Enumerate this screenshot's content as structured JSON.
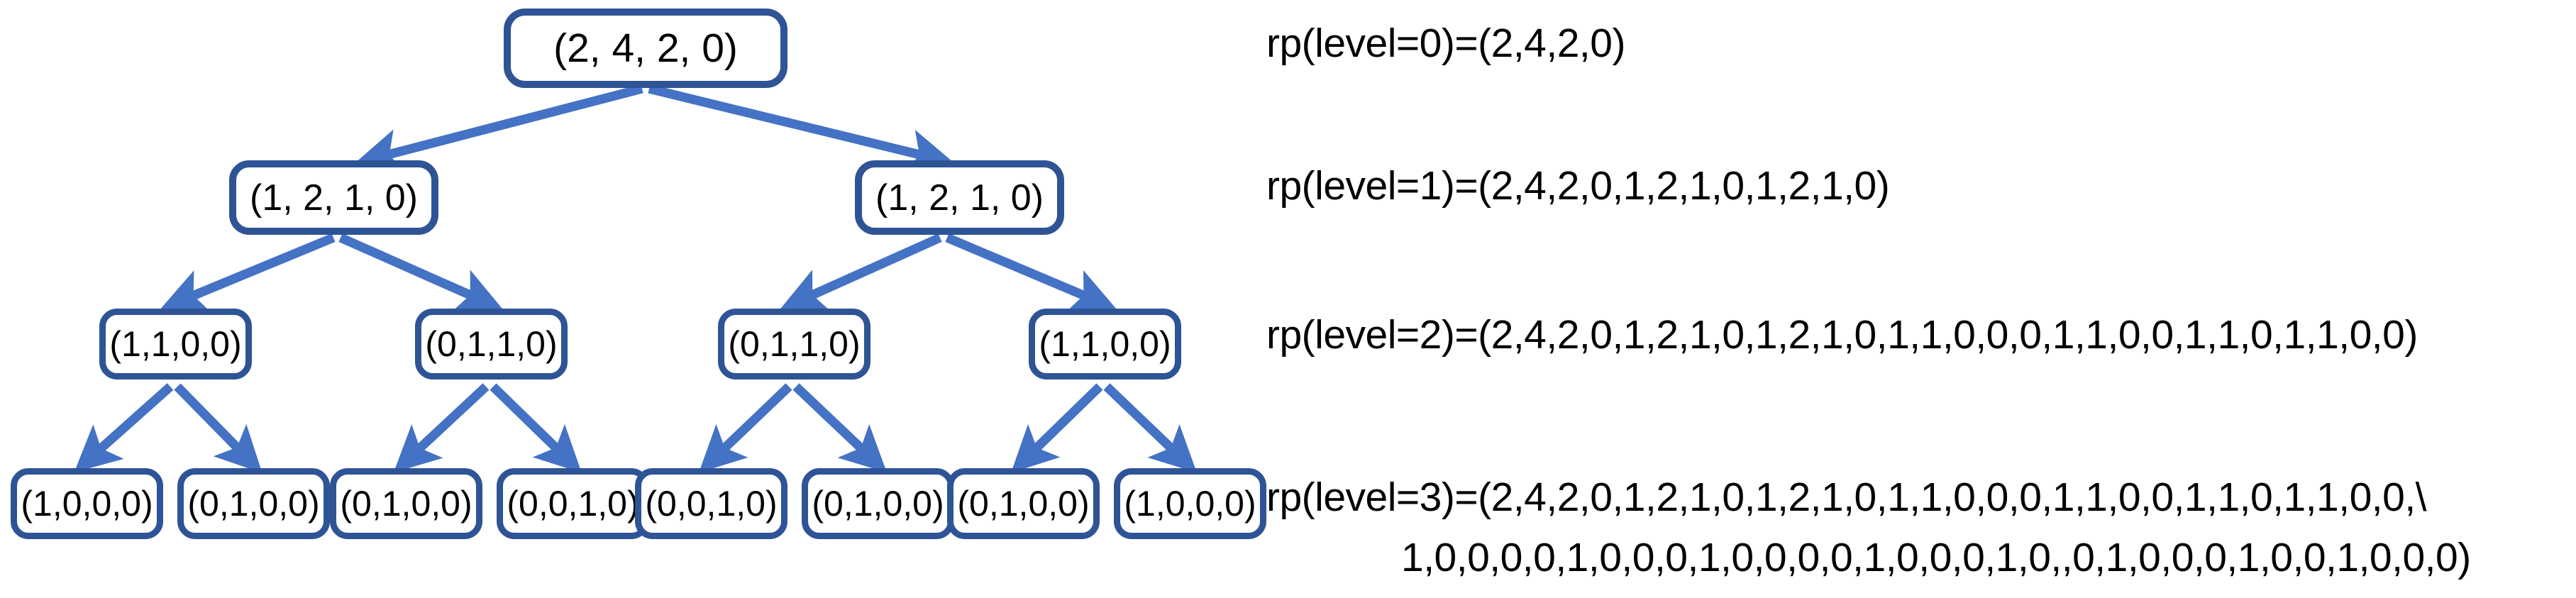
{
  "diagram": {
    "title": "Recursive partition tree with rp(level) encodings",
    "colors": {
      "node_border": "#2E5496",
      "edge_arrow": "#4472C4",
      "node_fill": "#FFFFFF",
      "text": "#000000",
      "background": "#FFFFFF"
    },
    "tree": {
      "levels": [
        {
          "level": 0,
          "nodes": [
            {
              "id": "n0",
              "label": "(2, 4, 2, 0)"
            }
          ]
        },
        {
          "level": 1,
          "nodes": [
            {
              "id": "n1",
              "label": "(1, 2, 1, 0)"
            },
            {
              "id": "n2",
              "label": "(1, 2, 1, 0)"
            }
          ]
        },
        {
          "level": 2,
          "nodes": [
            {
              "id": "n3",
              "label": "(1,1,0,0)"
            },
            {
              "id": "n4",
              "label": "(0,1,1,0)"
            },
            {
              "id": "n5",
              "label": "(0,1,1,0)"
            },
            {
              "id": "n6",
              "label": "(1,1,0,0)"
            }
          ]
        },
        {
          "level": 3,
          "nodes": [
            {
              "id": "n7",
              "label": "(1,0,0,0)"
            },
            {
              "id": "n8",
              "label": "(0,1,0,0)"
            },
            {
              "id": "n9",
              "label": "(0,1,0,0)"
            },
            {
              "id": "n10",
              "label": "(0,0,1,0)"
            },
            {
              "id": "n11",
              "label": "(0,0,1,0)"
            },
            {
              "id": "n12",
              "label": "(0,1,0,0)"
            },
            {
              "id": "n13",
              "label": "(0,1,0,0)"
            },
            {
              "id": "n14",
              "label": "(1,0,0,0)"
            }
          ]
        }
      ]
    },
    "rp_lines": [
      {
        "level": 0,
        "text": "rp(level=0)=(2,4,2,0)",
        "continuation": ""
      },
      {
        "level": 1,
        "text": "rp(level=1)=(2,4,2,0,1,2,1,0,1,2,1,0)",
        "continuation": ""
      },
      {
        "level": 2,
        "text": "rp(level=2)=(2,4,2,0,1,2,1,0,1,2,1,0,1,1,0,0,0,1,1,0,0,1,1,0,1,1,0,0)",
        "continuation": ""
      },
      {
        "level": 3,
        "text": "rp(level=3)=(2,4,2,0,1,2,1,0,1,2,1,0,1,1,0,0,0,1,1,0,0,1,1,0,1,1,0,0,\\",
        "continuation": "1,0,0,0,0,1,0,0,0,1,0,0,0,0,1,0,0,0,1,0,,0,1,0,0,0,1,0,0,1,0,0,0)"
      }
    ]
  }
}
